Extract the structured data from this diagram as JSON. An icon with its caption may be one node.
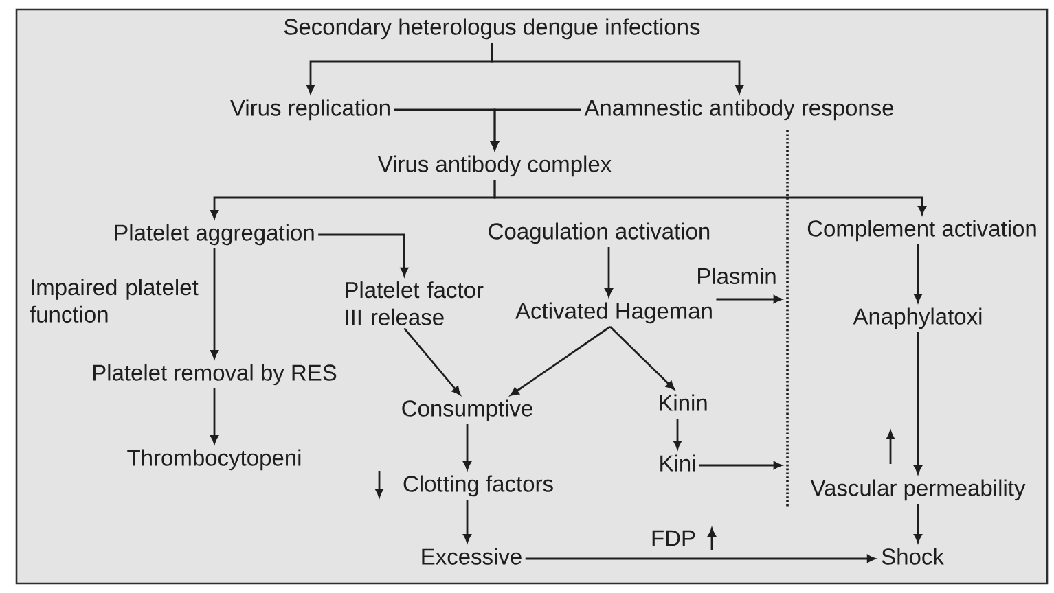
{
  "diagram": {
    "nodes": [
      {
        "text": [
          "Secondary heterologus dengue infections"
        ]
      },
      {
        "text": [
          "Virus replication"
        ]
      },
      {
        "text": [
          "Anamnestic antibody response"
        ]
      },
      {
        "text": [
          "Virus antibody complex"
        ]
      },
      {
        "text": [
          "Platelet aggregation"
        ]
      },
      {
        "text": [
          "Coagulation activation"
        ]
      },
      {
        "text": [
          "Complement activation"
        ]
      },
      {
        "text": [
          "Platelet factor III release"
        ]
      },
      {
        "text": [
          "Activated Hageman"
        ]
      },
      {
        "text": [
          "Anaphylatoxi"
        ]
      },
      {
        "text": [
          "Platelet removal by RES"
        ]
      },
      {
        "text": [
          "Consumptive"
        ]
      },
      {
        "text": [
          "Kinin"
        ]
      },
      {
        "text": [
          "Thrombocytopeni"
        ]
      },
      {
        "text": [
          "Kini"
        ]
      },
      {
        "text": [
          "Clotting factors"
        ]
      },
      {
        "text": [
          "Vascular permeability"
        ]
      },
      {
        "text": [
          "Excessive"
        ]
      },
      {
        "text": [
          "Shock"
        ]
      },
      {
        "text": [],
        "shape": "line"
      }
    ],
    "edges": [
      {
        "from": 0,
        "to": 1,
        "arrow": "to"
      },
      {
        "from": 0,
        "to": 2,
        "arrow": "to"
      },
      {
        "from": 1,
        "to": 3,
        "arrow": "to"
      },
      {
        "from": 2,
        "to": 3,
        "arrow": "to"
      },
      {
        "from": 3,
        "to": 4,
        "arrow": "to"
      },
      {
        "from": 3,
        "to": 6,
        "arrow": "to"
      },
      {
        "from": 4,
        "to": 10,
        "arrow": "to",
        "label": "Impaired platelet function"
      },
      {
        "from": 4,
        "to": 7,
        "arrow": "to"
      },
      {
        "from": 5,
        "to": 8,
        "arrow": "to"
      },
      {
        "from": 8,
        "to": 19,
        "arrow": "to",
        "label": "Plasmin"
      },
      {
        "from": 6,
        "to": 9,
        "arrow": "to"
      },
      {
        "from": 9,
        "to": 16,
        "arrow": "to"
      },
      {
        "from": 7,
        "to": 11,
        "arrow": "to"
      },
      {
        "from": 8,
        "to": 11,
        "arrow": "to"
      },
      {
        "from": 8,
        "to": 12,
        "arrow": "to"
      },
      {
        "from": 10,
        "to": 13,
        "arrow": "to"
      },
      {
        "from": 11,
        "to": 15,
        "arrow": "to"
      },
      {
        "from": 12,
        "to": 14,
        "arrow": "to"
      },
      {
        "from": 14,
        "to": 19,
        "arrow": "to"
      },
      {
        "from": 15,
        "to": 17,
        "arrow": "to"
      },
      {
        "from": 17,
        "to": 18,
        "arrow": "to",
        "label": "FDP"
      },
      {
        "from": 16,
        "to": 18,
        "arrow": "to"
      }
    ]
  }
}
